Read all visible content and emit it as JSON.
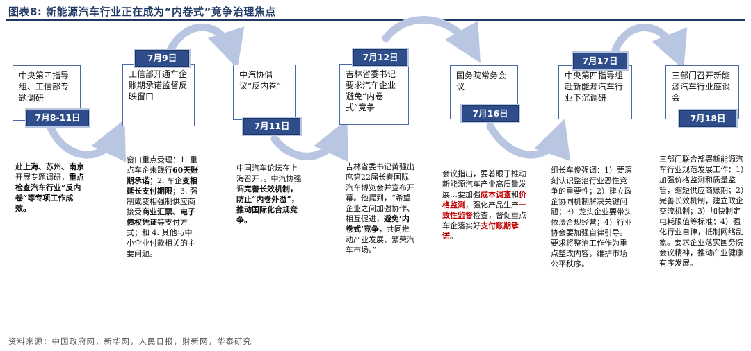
{
  "title": "图表8:   新能源汽车行业正在成为“内卷式”竞争治理焦点",
  "source": "资料来源：中国政府网，新华网，人民日报，财新网，华泰研究",
  "colors": {
    "accent": "#2e4d8a",
    "title": "#1f3864",
    "arrow": "#b9c6e2",
    "highlight": "#c00000"
  },
  "events": [
    {
      "date": "7月8-11日",
      "box": "中央第四指导组、工信部专题调研",
      "note": [
        {
          "t": "赴"
        },
        {
          "t": "上海、苏州、南京",
          "b": true
        },
        {
          "t": "开展专题调研，"
        },
        {
          "t": "重点检查汽车行业”反内卷”等专项工作成效。",
          "b": true
        }
      ]
    },
    {
      "date": "7月9日",
      "box": "工信部开通车企账期承诺监督反映窗口",
      "note": [
        {
          "t": "窗口重点受理：1. 重点车企未践行"
        },
        {
          "t": "60天账期承诺",
          "b": true
        },
        {
          "t": "；2. 车企"
        },
        {
          "t": "变相延长支付期限",
          "b": true
        },
        {
          "t": "；3. 强制或变相强制供应商接受"
        },
        {
          "t": "商业汇票、电子债权凭证",
          "b": true
        },
        {
          "t": "等支付方式；和 4. 其他与中小企业付款相关的主要问题。"
        }
      ]
    },
    {
      "date": "7月11日",
      "box": "中汽协倡议“反内卷”",
      "note": [
        {
          "t": "中国汽车论坛在上海召开，。中汽协强调"
        },
        {
          "t": "完善长效机制，防止“内卷外溢”，推动国际化合规竞争。",
          "b": true
        }
      ]
    },
    {
      "date": "7月12日",
      "box": "吉林省委书记要求汽车企业避免“内卷式”竞争",
      "note": [
        {
          "t": "吉林省委书记黄强出席第22届长春国际汽车博览会并宣布开幕。他提到，“希望企业之间加强协作、相互促进，"
        },
        {
          "t": "避免‘内卷式’竞争",
          "b": true
        },
        {
          "t": "，共同推动产业发展、繁荣汽车市场。”"
        }
      ]
    },
    {
      "date": "7月16日",
      "box": "国务院常务会议",
      "note": [
        {
          "t": "会议指出，要着眼于推动新能源汽车产业高质量发展…要加强"
        },
        {
          "t": "成本调查",
          "r": true
        },
        {
          "t": "和"
        },
        {
          "t": "价格监测",
          "r": true
        },
        {
          "t": "，强化产品生产"
        },
        {
          "t": "一致性监督",
          "r": true
        },
        {
          "t": "检查，督促重点车企落实好"
        },
        {
          "t": "支付账期承诺",
          "r": true
        },
        {
          "t": "。"
        }
      ]
    },
    {
      "date": "7月17日",
      "box": "中央第四指导组赴新能源汽车行业下沉调研",
      "note": [
        {
          "t": "组长车俊强调：1）要深刻认识整治行业恶性竞争的重要性；2）建立政企协同机制解决关键问题；3）龙头企业要带头依法合规经营；4）行业协会要加强自律引导。要求将整治工作作为重点整改内容，维护市场公平秩序。"
        }
      ]
    },
    {
      "date": "7月18日",
      "box": "三部门召开新能源汽车行业座谈会",
      "note": [
        {
          "t": "三部门联合部署新能源汽车行业规范发展工作：1）加强价格监测和质量监管，缩短供应商账期；2）完善长效机制，建立政企交流机制；3）加快制定电耗限值等标准；4）强化行业自律，抵制网络乱象。要求企业落实国务院会议精神，推动产业健康有序发展。"
        }
      ]
    }
  ]
}
